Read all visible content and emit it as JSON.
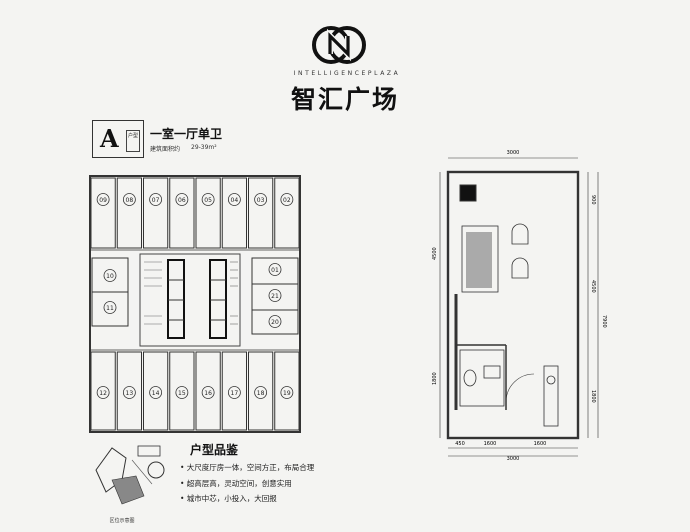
{
  "brand": {
    "name_en": "INTELLIGENCEPLAZA",
    "name_cn": "智汇广场"
  },
  "unit": {
    "letter": "A",
    "tag": "户型",
    "title": "一室一厅单卫",
    "area_label": "建筑面积约",
    "area_value": "29-39m²"
  },
  "floor_plan": {
    "top_units": [
      "09",
      "08",
      "07",
      "06",
      "05",
      "04",
      "03",
      "02"
    ],
    "bottom_units": [
      "12",
      "13",
      "14",
      "15",
      "16",
      "17",
      "18",
      "19"
    ],
    "left_units": [
      "10",
      "11"
    ],
    "right_units": [
      "01",
      "21",
      "20"
    ]
  },
  "unit_plan": {
    "dims_top": [
      "3000"
    ],
    "dims_bottom": [
      "450",
      "1600",
      "1600"
    ],
    "dims_bottom_total": "3000",
    "dims_right": [
      "900",
      "4500",
      "1800"
    ],
    "dim_right_total": "7900",
    "dims_left": [
      "4500",
      "1800"
    ]
  },
  "highlights": {
    "title": "户型品鉴",
    "items": [
      "• 大尺度厅房一体，空间方正，布局合理",
      "• 超高层高，灵动空间，创意实用",
      "• 城市中芯，小投入，大回报"
    ]
  },
  "site": {
    "caption": "区位示意图"
  }
}
